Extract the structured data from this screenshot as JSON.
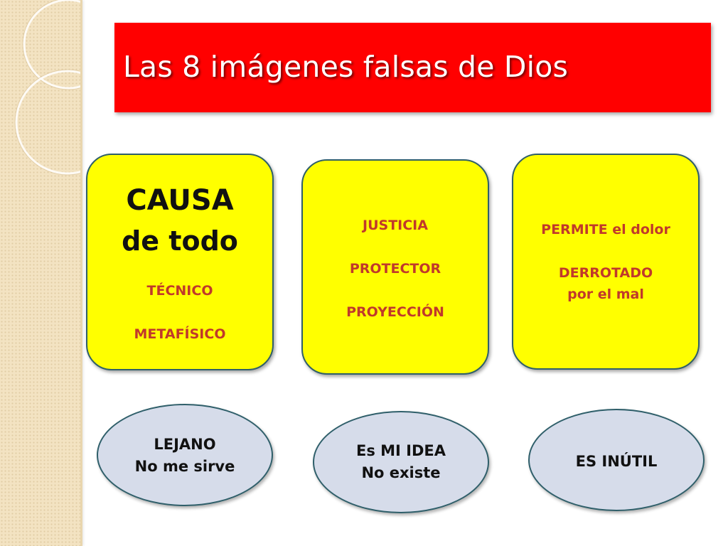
{
  "slide": {
    "title": "Las 8 imágenes falsas de Dios",
    "colors": {
      "title_bg": "#ff0000",
      "card_bg": "#ffff00",
      "card_text": "#c0392b",
      "ellipse_bg": "#d6dcea",
      "border": "#2f5f6a"
    }
  },
  "cards": [
    {
      "heading_line1": "CAUSA",
      "heading_line2": "de todo",
      "item1": "TÉCNICO",
      "item2": "METAFÍSICO"
    },
    {
      "item1": "JUSTICIA",
      "item2": "PROTECTOR",
      "item3": "PROYECCIÓN"
    },
    {
      "item1_strong": "PERMITE",
      "item1_rest": " el dolor",
      "item2": "DERROTADO",
      "item3": "por el mal"
    }
  ],
  "ellipses": [
    {
      "line1": "LEJANO",
      "line2": "No me sirve"
    },
    {
      "line1": "Es MI IDEA",
      "line2": "No existe"
    },
    {
      "line1": "ES INÚTIL"
    }
  ]
}
